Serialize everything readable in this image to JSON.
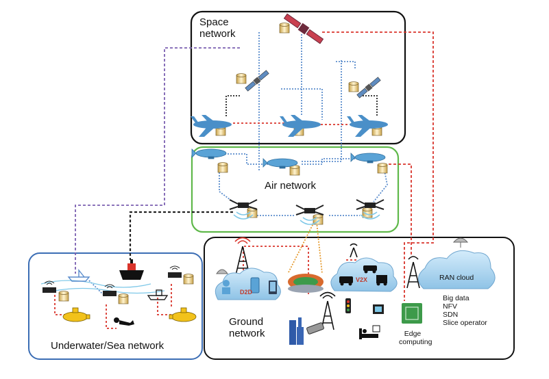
{
  "networks": {
    "space": "Space\nnetwork",
    "air": "Air network",
    "underwater": "Underwater/Sea network",
    "ground": "Ground\nnetwork"
  },
  "labels": {
    "d2d": "D2D",
    "v2x": "V2X",
    "ran_cloud": "RAN cloud",
    "ran_features": [
      "Big data",
      "NFV",
      "SDN",
      "Slice operator"
    ],
    "edge": "Edge\ncomputing"
  },
  "colors": {
    "space_border": "#111111",
    "air_border": "#5fb84a",
    "underwater_border": "#3b6db4",
    "ground_border": "#111111",
    "link_red": "#d9342b",
    "link_blue": "#5a8ccc",
    "link_purple": "#7a5fb0",
    "link_black": "#222222",
    "aircraft_blue": "#4a8fc8",
    "cloud_blue": "#a9d3ef",
    "satellite_red": "#c94050"
  }
}
